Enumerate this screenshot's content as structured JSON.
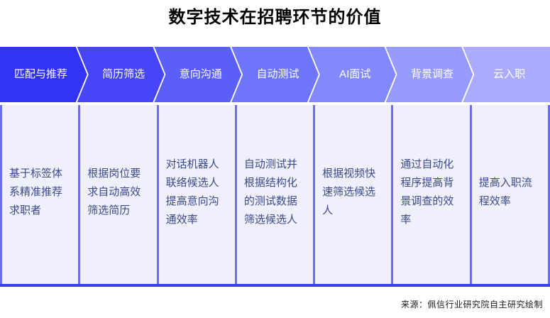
{
  "page": {
    "title": "数字技术在招聘环节的价值",
    "source_note": "来源：佩信行业研究院自主研究绘制",
    "background_color": "#ffffff",
    "title_color": "#000000",
    "panel_background": "#eff0fb",
    "panel_border_color": "#6b6bf7",
    "panel_text_color": "#3c4a8c",
    "bottom_rule_color": "#3b3bf0"
  },
  "stages": [
    {
      "label": "匹配与推荐",
      "description": "基于标签体系精准推荐求职者",
      "color": "#3333f5"
    },
    {
      "label": "简历筛选",
      "description": "根据岗位要求自动高效筛选简历",
      "color": "#4646f8"
    },
    {
      "label": "意向沟通",
      "description": "对话机器人联络候选人提高意向沟通效率",
      "color": "#5a5ffa"
    },
    {
      "label": "自动测试",
      "description": "自动测试并根据结构化的测试数据筛选候选人",
      "color": "#6e77fb"
    },
    {
      "label": "AI面试",
      "description": "根据视频快速筛选候选人",
      "color": "#8289fc"
    },
    {
      "label": "背景调查",
      "description": "通过自动化程序提高背景调查的效率",
      "color": "#969bfd"
    },
    {
      "label": "云入职",
      "description": "提高入职流程效率",
      "color": "#aaaaff"
    }
  ]
}
